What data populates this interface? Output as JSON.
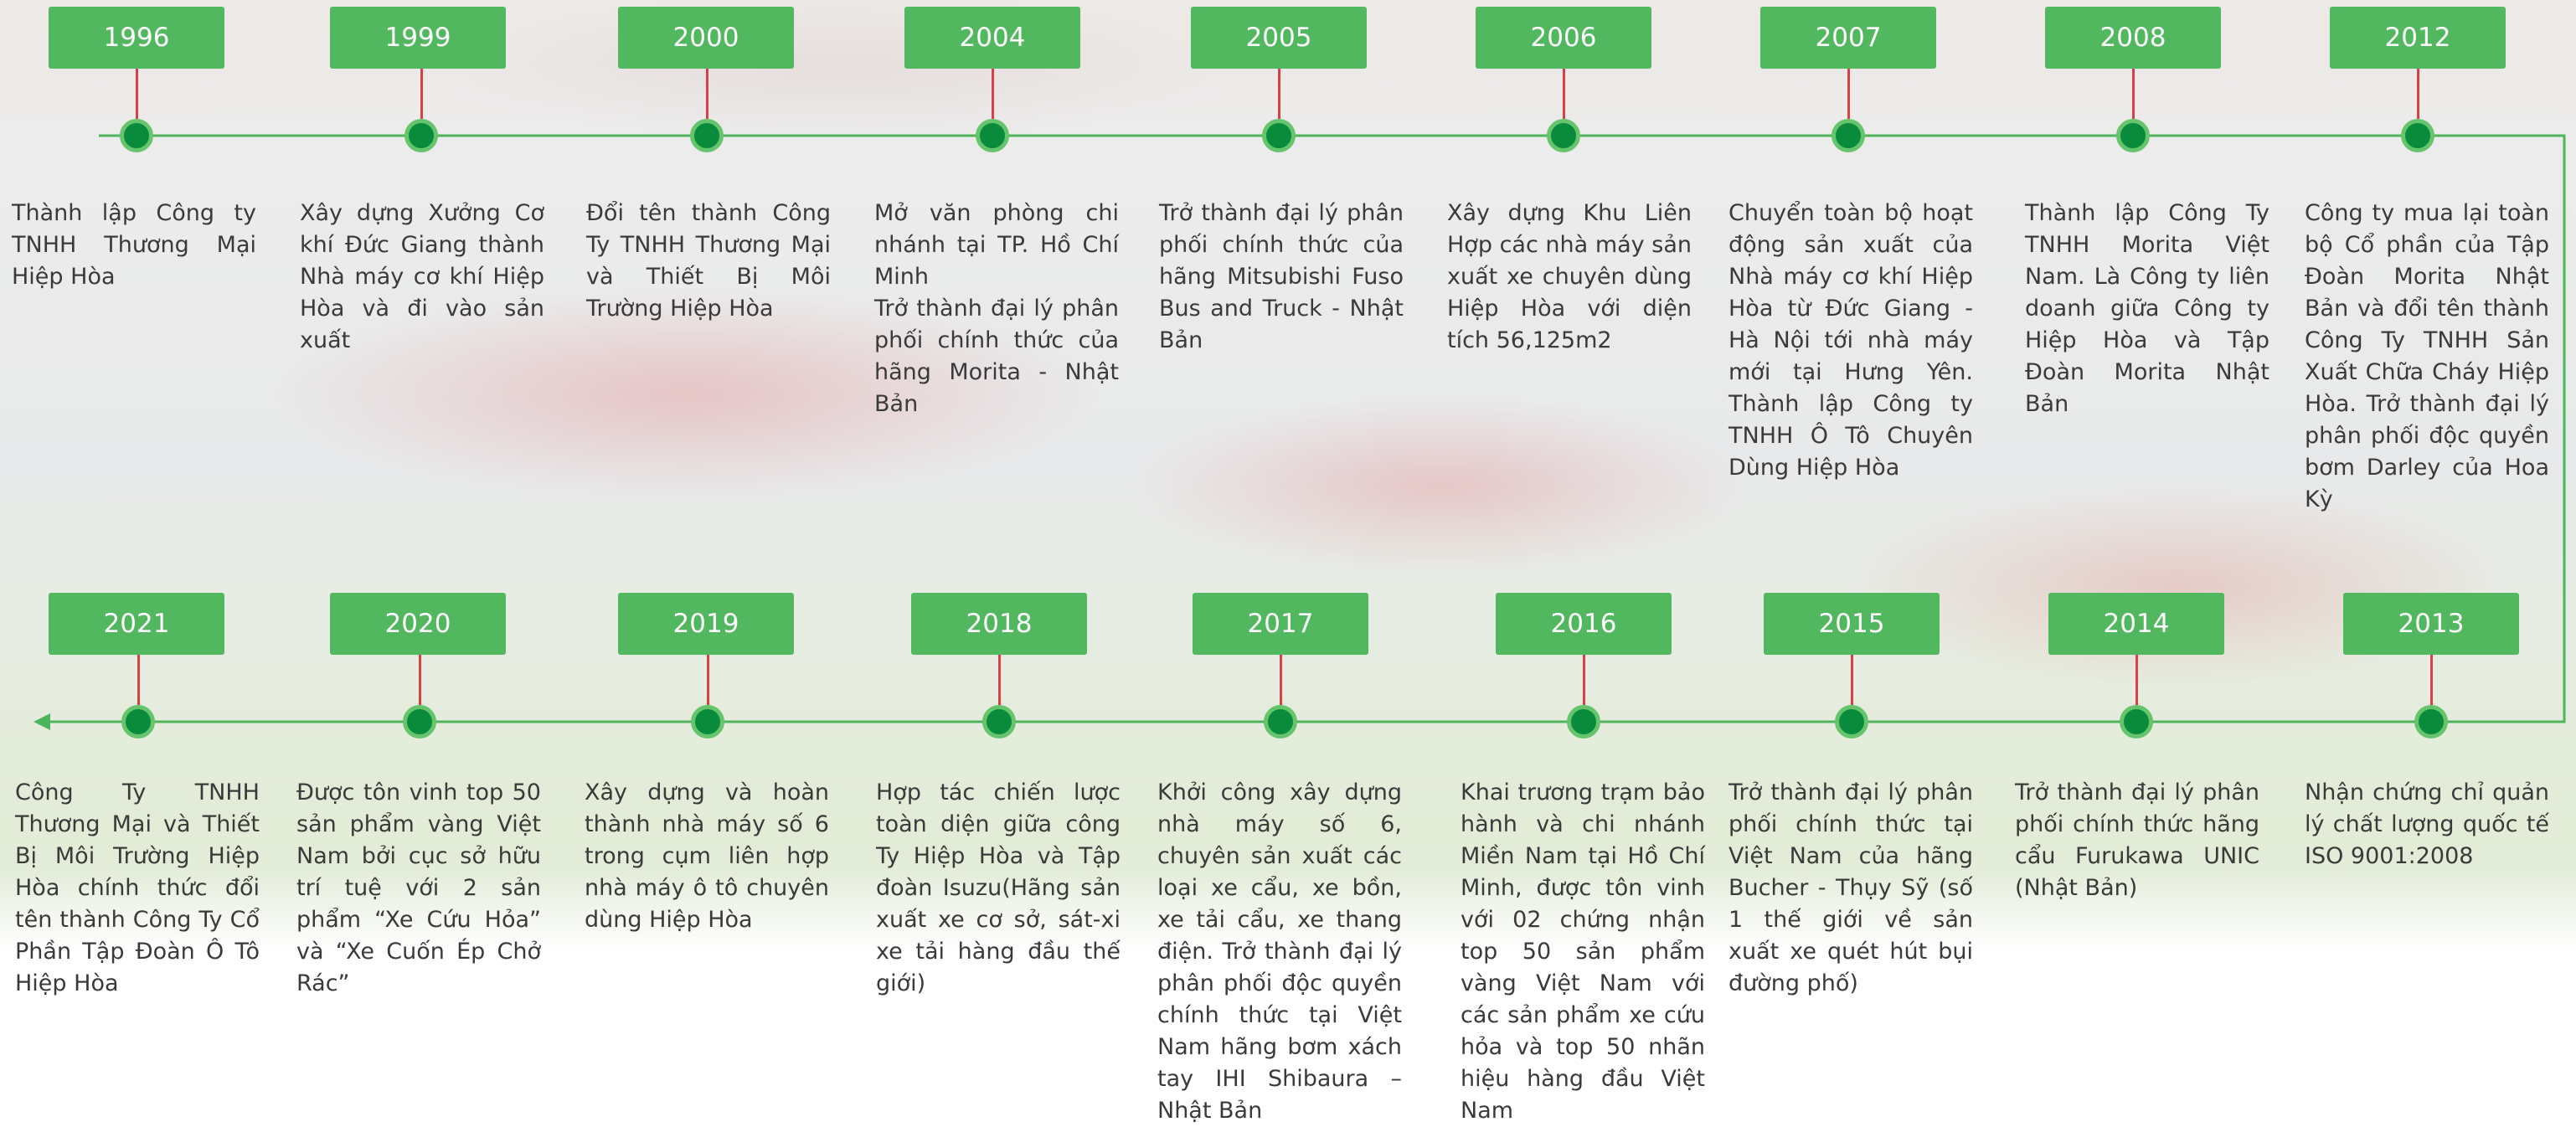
{
  "timeline": {
    "colors": {
      "box": "#52b85f",
      "line": "#4fb55c",
      "stem": "#d94047",
      "dot_fill": "#0a8a3b",
      "dot_ring": "#66c46d",
      "text": "#3a3a3a"
    },
    "top_row": [
      {
        "year": "1996",
        "description": "Thành lập Công ty TNHH Thương Mại Hiệp Hòa"
      },
      {
        "year": "1999",
        "description": "Xây dựng Xưởng Cơ khí Đức Giang thành Nhà máy cơ khí Hiệp Hòa và đi vào sản xuất"
      },
      {
        "year": "2000",
        "description": "Đổi tên thành Công Ty TNHH Thương Mại và Thiết Bị Môi Trường Hiệp Hòa"
      },
      {
        "year": "2004",
        "description": "Mở văn phòng chi nhánh tại TP. Hồ Chí Minh\nTrở thành đại lý phân phối chính thức của hãng Morita - Nhật Bản"
      },
      {
        "year": "2005",
        "description": "Trở thành đại lý phân phối chính thức của hãng Mitsubishi Fuso Bus and Truck - Nhật Bản"
      },
      {
        "year": "2006",
        "description": "Xây dựng Khu Liên Hợp các nhà máy sản xuất xe chuyên dùng Hiệp Hòa với diện tích 56,125m2"
      },
      {
        "year": "2007",
        "description": "Chuyển toàn bộ hoạt động sản xuất của Nhà máy cơ khí Hiệp Hòa từ Đức Giang - Hà Nội tới nhà máy mới tại Hưng Yên. Thành lập Công ty TNHH Ô Tô Chuyên Dùng Hiệp Hòa"
      },
      {
        "year": "2008",
        "description": "Thành lập Công Ty TNHH Morita Việt Nam. Là Công ty liên doanh giữa Công ty Hiệp Hòa và Tập Đoàn Morita Nhật Bản"
      },
      {
        "year": "2012",
        "description": "Công ty mua lại toàn bộ Cổ phần của Tập Đoàn Morita Nhật Bản và đổi tên thành Công Ty TNHH Sản Xuất Chữa Cháy Hiệp Hòa. Trở thành đại lý phân phối độc quyền bơm Darley của Hoa Kỳ"
      }
    ],
    "bottom_row": [
      {
        "year": "2021",
        "description": "Công Ty TNHH Thương Mại và Thiết Bị Môi Trường Hiệp Hòa chính thức đổi tên thành Công Ty Cổ Phần Tập Đoàn Ô Tô Hiệp Hòa"
      },
      {
        "year": "2020",
        "description": "Được tôn vinh top 50 sản phẩm vàng Việt Nam bởi cục sở hữu trí tuệ với 2 sản phẩm “Xe Cứu Hỏa” và “Xe Cuốn Ép Chở Rác”"
      },
      {
        "year": "2019",
        "description": "Xây dựng và hoàn thành nhà máy số 6 trong cụm liên hợp nhà máy ô tô chuyên dùng Hiệp Hòa"
      },
      {
        "year": "2018",
        "description": "Hợp tác chiến lược toàn diện giữa công Ty Hiệp Hòa và Tập đoàn Isuzu(Hãng sản xuất xe cơ sở, sát-xi xe tải hàng đầu thế giới)"
      },
      {
        "year": "2017",
        "description": "Khởi công xây dựng nhà máy số 6, chuyên sản xuất các loại xe cẩu, xe bồn, xe tải cẩu, xe thang điện. Trở thành đại lý phân phối độc quyền chính thức tại Việt Nam hãng bơm xách tay IHI Shibaura – Nhật Bản"
      },
      {
        "year": "2016",
        "description": "Khai trương trạm bảo hành và chi nhánh Miền Nam tại Hồ Chí Minh, được tôn vinh với 02 chứng nhận top 50 sản phẩm vàng Việt Nam với các sản phẩm xe cứu hỏa và top 50 nhãn hiệu hàng đầu Việt Nam"
      },
      {
        "year": "2015",
        "description": "Trở thành đại lý phân phối chính thức tại Việt Nam của hãng Bucher - Thụy Sỹ (số 1 thế giới về sản xuất xe quét hút bụi đường phố)"
      },
      {
        "year": "2014",
        "description": "Trở thành đại lý phân phối chính thức hãng cẩu Furukawa UNIC (Nhật Bản)"
      },
      {
        "year": "2013",
        "description": "Nhận chứng chỉ quản lý chất lượng quốc tế ISO 9001:2008"
      }
    ]
  }
}
